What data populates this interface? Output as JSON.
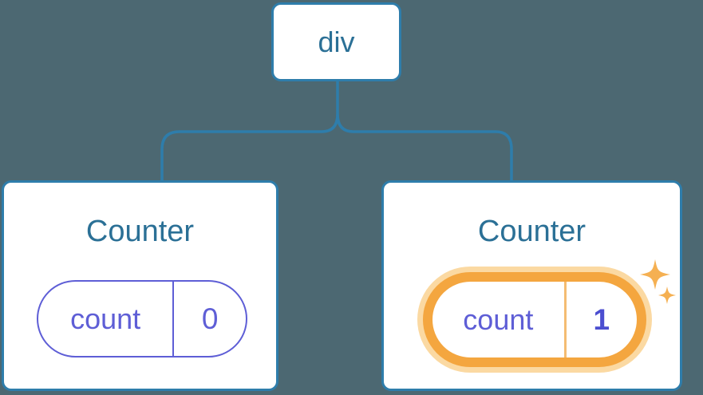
{
  "diagram": {
    "description": "React component tree: a div root element with two Counter children; the second Counter's state was updated",
    "colors": {
      "background": "#4c6872",
      "connector_blue": "#2e7dab",
      "node_text_blue": "#2b7096",
      "state_purple": "#5e5ed6",
      "updated_value_indigo": "#4b4ed0",
      "highlight_orange": "#f4a63f",
      "highlight_glow": "#fbd9a2",
      "sparkle_orange": "#f5b052",
      "card_background": "#ffffff"
    },
    "tree": {
      "root": {
        "label": "div"
      },
      "children": [
        {
          "label": "Counter",
          "state": {
            "name": "count",
            "value": "0"
          },
          "highlighted": false
        },
        {
          "label": "Counter",
          "state": {
            "name": "count",
            "value": "1"
          },
          "highlighted": true,
          "badge_icon": "sparkles-icon"
        }
      ]
    }
  }
}
